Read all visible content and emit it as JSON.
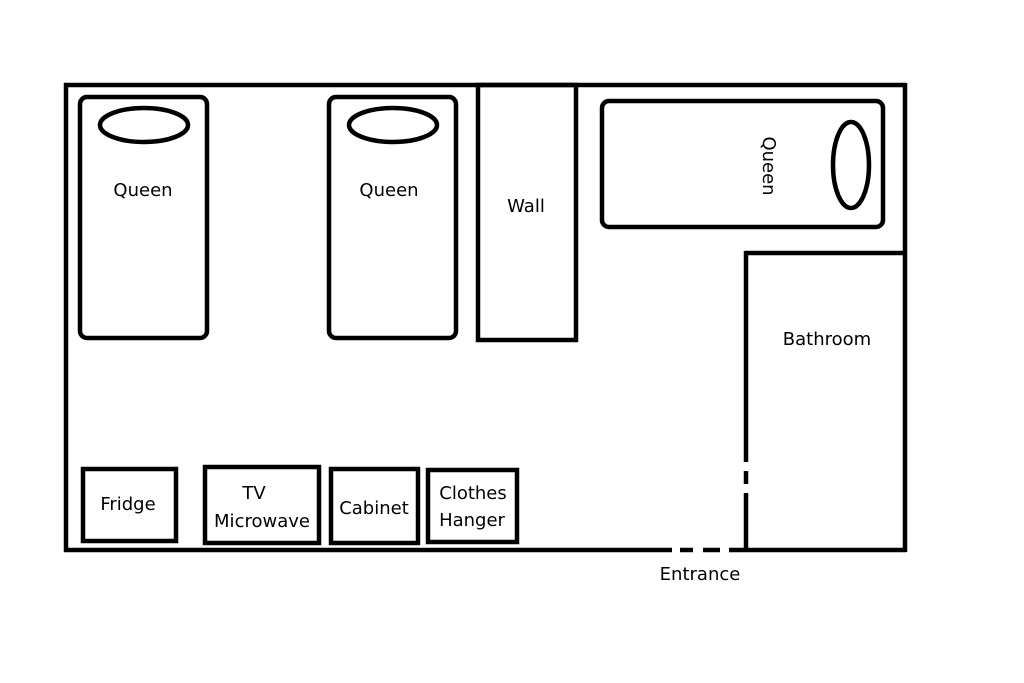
{
  "labels": {
    "bed_1": "Queen",
    "bed_2": "Queen",
    "bed_3": "Queen",
    "wall": "Wall",
    "bathroom": "Bathroom",
    "fridge": "Fridge",
    "tv_microwave_line1": "TV",
    "tv_microwave_line2": "Microwave",
    "cabinet": "Cabinet",
    "clothes_hanger_line1": "Clothes",
    "clothes_hanger_line2": "Hanger",
    "entrance": "Entrance"
  },
  "colors": {
    "line": "#000000",
    "background": "#ffffff"
  }
}
